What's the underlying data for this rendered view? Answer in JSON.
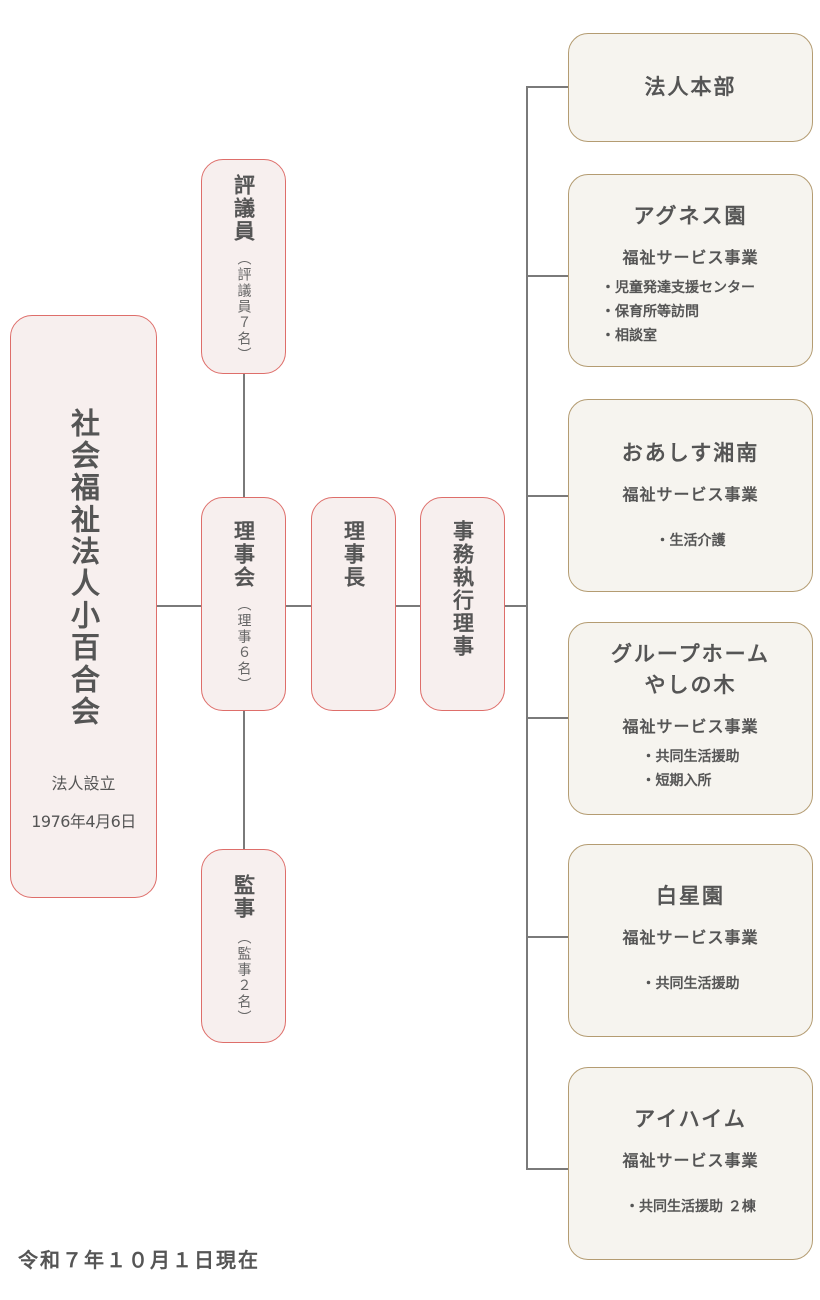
{
  "corporation": {
    "name": "社会福祉法人小百合会",
    "established_label": "法人設立",
    "established_date": "1976年4月6日"
  },
  "governance": {
    "councilors": {
      "title": "評議員",
      "note": "（評議員７名）"
    },
    "board": {
      "title": "理事会",
      "note": "（理事６名）"
    },
    "auditors": {
      "title": "監事",
      "note": "（監事２名）"
    },
    "chairman": {
      "title": "理事長"
    },
    "executive_director": {
      "title": "事務執行理事"
    }
  },
  "facilities": [
    {
      "name": "法人本部",
      "category": "",
      "services": []
    },
    {
      "name": "アグネス園",
      "category": "福祉サービス事業",
      "services": [
        "・児童発達支援センター",
        "・保育所等訪問",
        "・相談室"
      ]
    },
    {
      "name": "おあしす湘南",
      "category": "福祉サービス事業",
      "services": [
        "・生活介護"
      ]
    },
    {
      "name": "グループホーム\nやしの木",
      "category": "福祉サービス事業",
      "services": [
        "・共同生活援助",
        "・短期入所"
      ]
    },
    {
      "name": "白星園",
      "category": "福祉サービス事業",
      "services": [
        "・共同生活援助"
      ]
    },
    {
      "name": "アイハイム",
      "category": "福祉サービス事業",
      "services": [
        "・共同生活援助 ２棟"
      ]
    }
  ],
  "footer": {
    "as_of": "令和７年１０月１日現在"
  },
  "colors": {
    "pink_border": "#de6e6a",
    "pink_fill": "#f7efee",
    "beige_border": "#b49c72",
    "beige_fill": "#f6f4ef",
    "connector": "#7a7a7a",
    "text": "#555555"
  }
}
